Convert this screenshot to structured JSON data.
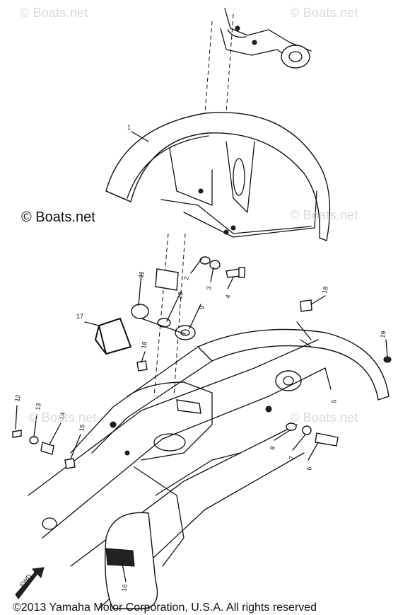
{
  "watermarks": {
    "top_left": "© Boats.net",
    "top_right": "© Boats.net",
    "mid_left": "© Boats.net",
    "mid_right": "© Boats.net",
    "lower_center": "© Boats.net",
    "lower_right": "© Boats.net"
  },
  "part_numbers": [
    "1",
    "2",
    "3",
    "4",
    "5",
    "6",
    "7",
    "8",
    "9",
    "10",
    "11",
    "12",
    "13",
    "14",
    "15",
    "16",
    "17",
    "18",
    "18",
    "19"
  ],
  "fwd_label": "FWD",
  "copyright": "©2013 Yamaha Motor Corporation, U.S.A. All rights reserved"
}
